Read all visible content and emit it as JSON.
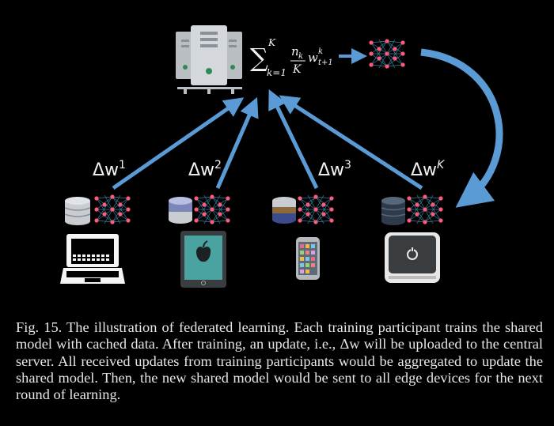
{
  "figure": {
    "formula": {
      "sum_upper": "K",
      "sum_lower": "k=1",
      "numerator": "n",
      "numerator_sub": "k",
      "denominator": "K",
      "weight": "w",
      "weight_sup": "k",
      "weight_sub": "t+1"
    },
    "updates": [
      {
        "delta": "Δw",
        "sup": "1"
      },
      {
        "delta": "Δw",
        "sup": "2"
      },
      {
        "delta": "Δw",
        "sup": "3"
      },
      {
        "delta": "Δw",
        "sup": "K"
      }
    ],
    "devices": [
      "laptop-icon",
      "tablet-apple-icon",
      "smartphone-icon",
      "mac-mini-icon"
    ],
    "colors": {
      "arrow": "#5b9bd5",
      "neuron": "#ff5a7a",
      "network_edge": "#3b8fb0",
      "server_body": "#c9cdd1",
      "server_led": "#2e8b57",
      "background": "#000000"
    }
  },
  "caption": {
    "text": "Fig. 15.  The illustration of federated learning. Each training participant trains the shared model with cached data. After training, an update, i.e., Δw will be uploaded to the central server. All received updates from training participants would be aggregated to update the shared model. Then, the new shared model would be sent to all edge devices for the next round of learning."
  }
}
